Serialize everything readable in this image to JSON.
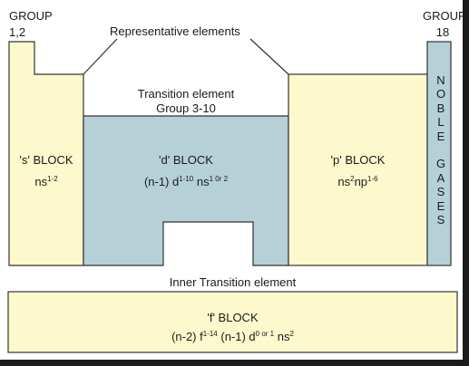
{
  "groups": {
    "left_line1": "GROUP",
    "left_line2": "1,2",
    "right_line1": "GROUP",
    "right_line2": "18"
  },
  "headings": {
    "representative": "Representative elements",
    "transition_line1": "Transition element",
    "transition_line2": "Group 3-10",
    "inner_transition": "Inner Transition element"
  },
  "s_block": {
    "name": "'s' BLOCK",
    "config_base": "ns",
    "config_sup": "1-2"
  },
  "d_block": {
    "name": "'d' BLOCK",
    "config_a": "(n-1) d",
    "config_a_sup": "1-10",
    "config_b": " ns",
    "config_b_sup": "1 0r 2"
  },
  "p_block": {
    "name": "'p' BLOCK",
    "config_a": "ns",
    "config_a_sup": "2",
    "config_b": "np",
    "config_b_sup": "1-6"
  },
  "f_block": {
    "name": "'f' BLOCK",
    "config_a": "(n-2) f",
    "config_a_sup": "1-14",
    "config_b": " (n-1) d",
    "config_b_sup": "0 or 1",
    "config_c": " ns",
    "config_c_sup": "2"
  },
  "noble_gases": {
    "word1": [
      "N",
      "O",
      "B",
      "L",
      "E"
    ],
    "word2": [
      "G",
      "A",
      "S",
      "E",
      "S"
    ]
  },
  "colors": {
    "s_block": "#fdf9cc",
    "p_block": "#fdf9cc",
    "f_block": "#fdf9cc",
    "d_block": "#b6d0d8",
    "noble": "#b6d0d8",
    "outline": "#333333"
  }
}
